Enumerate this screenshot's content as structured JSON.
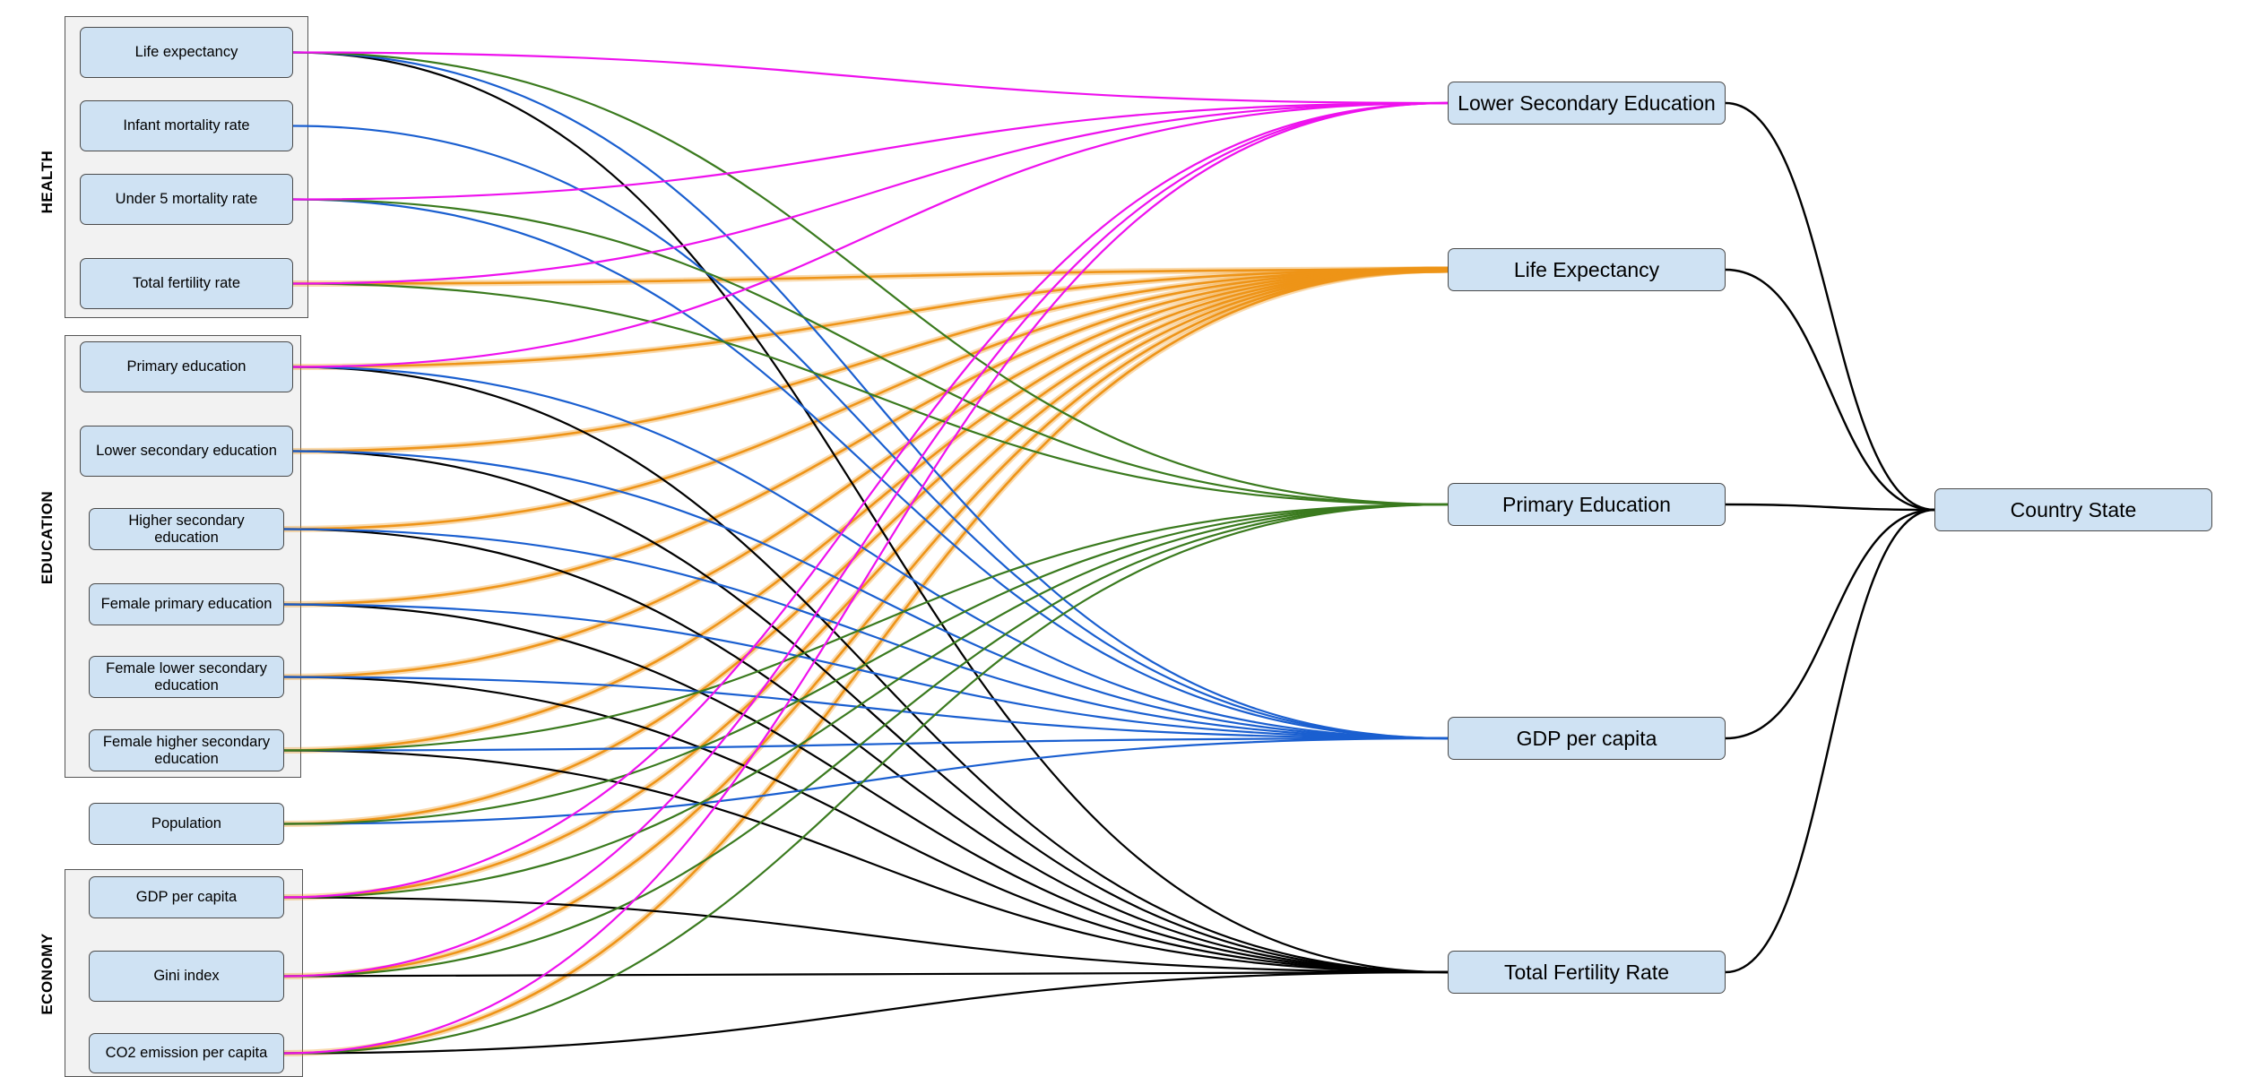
{
  "groups": {
    "health": "HEALTH",
    "education": "EDUCATION",
    "economy": "ECONOMY"
  },
  "inputs": {
    "life_expectancy": "Life expectancy",
    "infant_mortality_rate": "Infant mortality rate",
    "under5_mortality_rate": "Under 5 mortality rate",
    "total_fertility_rate": "Total fertility rate",
    "primary_education": "Primary education",
    "lower_secondary_education": "Lower secondary education",
    "higher_secondary_education": "Higher secondary education",
    "female_primary_education": "Female primary education",
    "female_lower_secondary_education": "Female lower secondary education",
    "female_higher_secondary_education": "Female higher secondary education",
    "population": "Population",
    "gdp_per_capita": "GDP per capita",
    "gini_index": "Gini index",
    "co2_emission_per_capita": "CO2 emission per capita"
  },
  "targets": {
    "lower_secondary_education": "Lower Secondary Education",
    "life_expectancy": "Life Expectancy",
    "primary_education": "Primary Education",
    "gdp_per_capita": "GDP per capita",
    "total_fertility_rate": "Total Fertility Rate"
  },
  "final": {
    "country_state": "Country State"
  },
  "colors": {
    "lower_secondary_education": "#ee11ee",
    "life_expectancy": "#ee9418",
    "primary_education": "#3a7a1e",
    "gdp_per_capita": "#1a5fd0",
    "total_fertility_rate": "#000000",
    "node_fill": "#cfe2f3",
    "group_fill": "#f2f2f2"
  },
  "edges": {
    "lower_secondary_education": [
      "life_expectancy",
      "under5_mortality_rate",
      "total_fertility_rate",
      "primary_education",
      "gdp_per_capita",
      "gini_index",
      "co2_emission_per_capita"
    ],
    "life_expectancy": [
      "total_fertility_rate",
      "primary_education",
      "lower_secondary_education",
      "higher_secondary_education",
      "female_primary_education",
      "female_lower_secondary_education",
      "female_higher_secondary_education",
      "population",
      "gdp_per_capita",
      "gini_index",
      "co2_emission_per_capita"
    ],
    "primary_education": [
      "life_expectancy",
      "under5_mortality_rate",
      "total_fertility_rate",
      "female_higher_secondary_education",
      "population",
      "gdp_per_capita",
      "gini_index",
      "co2_emission_per_capita"
    ],
    "gdp_per_capita": [
      "life_expectancy",
      "infant_mortality_rate",
      "under5_mortality_rate",
      "primary_education",
      "lower_secondary_education",
      "higher_secondary_education",
      "female_primary_education",
      "female_lower_secondary_education",
      "female_higher_secondary_education",
      "population"
    ],
    "total_fertility_rate": [
      "life_expectancy",
      "primary_education",
      "lower_secondary_education",
      "higher_secondary_education",
      "female_primary_education",
      "female_lower_secondary_education",
      "female_higher_secondary_education",
      "gdp_per_capita",
      "gini_index",
      "co2_emission_per_capita"
    ]
  }
}
